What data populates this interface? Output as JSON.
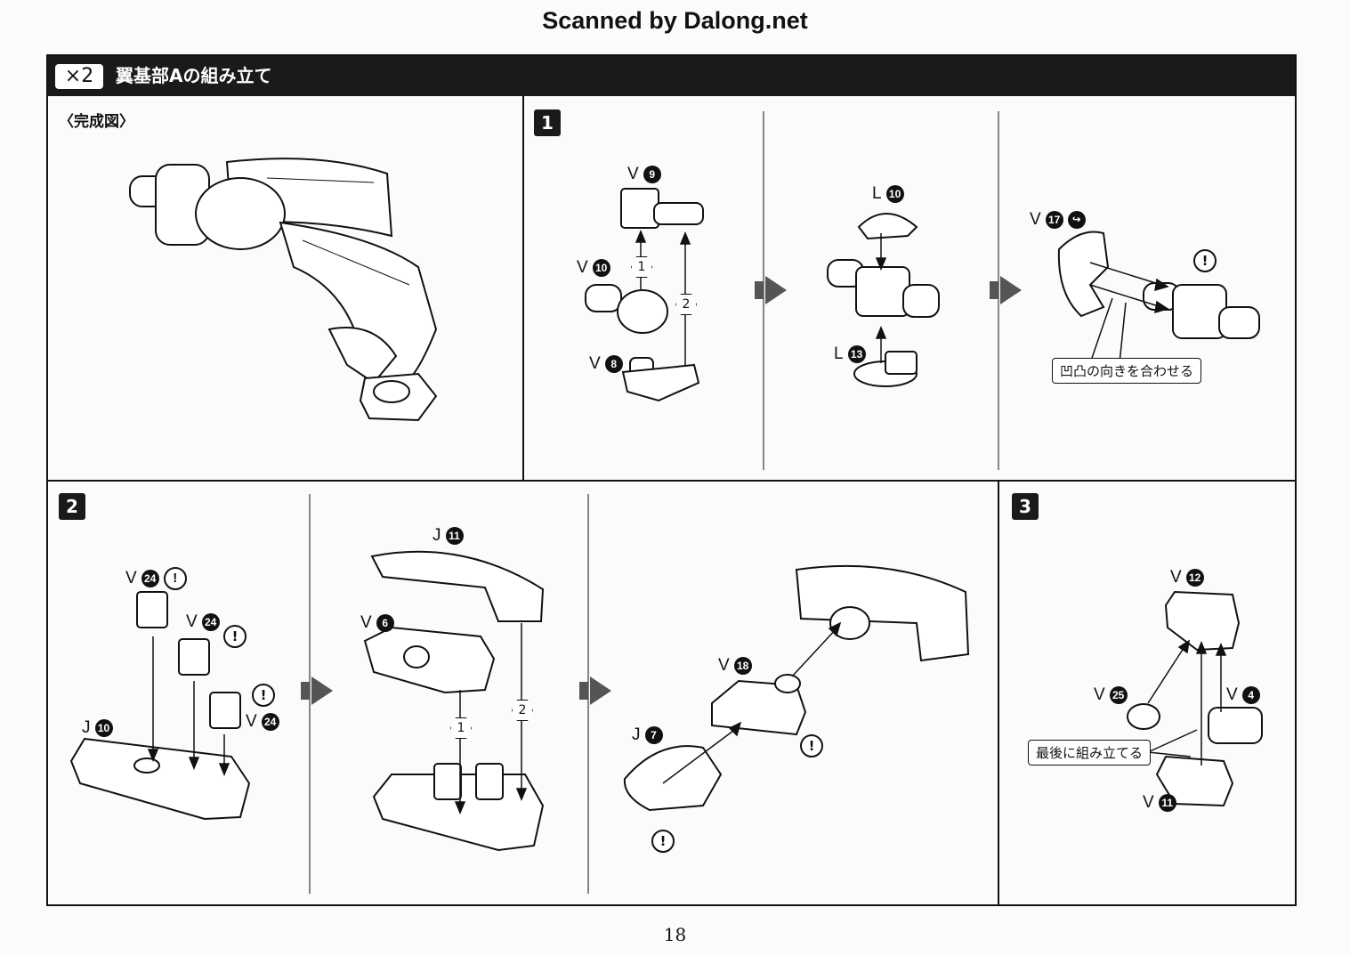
{
  "watermark": "Scanned by Dalong.net",
  "header": {
    "multiplier": "×2",
    "title": "翼基部Aの組み立て"
  },
  "completed_label": "〈完成図〉",
  "steps": [
    {
      "number": "1"
    },
    {
      "number": "2"
    },
    {
      "number": "3"
    }
  ],
  "step1": {
    "panel1": {
      "top": {
        "letter": "V",
        "num": "9"
      },
      "mid": {
        "letter": "V",
        "num": "10"
      },
      "bottom": {
        "letter": "V",
        "num": "8"
      },
      "order1": "1",
      "order2": "2"
    },
    "panel2": {
      "top": {
        "letter": "L",
        "num": "10"
      },
      "bottom": {
        "letter": "L",
        "num": "13"
      }
    },
    "panel3": {
      "part": {
        "letter": "V",
        "num": "17"
      },
      "note": "凹凸の向きを合わせる"
    }
  },
  "step2": {
    "panel1": {
      "parts": [
        {
          "letter": "V",
          "num": "24"
        },
        {
          "letter": "V",
          "num": "24"
        },
        {
          "letter": "V",
          "num": "24"
        }
      ],
      "base": {
        "letter": "J",
        "num": "10"
      }
    },
    "panel2": {
      "top": {
        "letter": "J",
        "num": "11"
      },
      "mid": {
        "letter": "V",
        "num": "6"
      },
      "order1": "1",
      "order2": "2"
    },
    "panel3": {
      "mid": {
        "letter": "V",
        "num": "18"
      },
      "cap": {
        "letter": "J",
        "num": "7"
      }
    }
  },
  "step3": {
    "top": {
      "letter": "V",
      "num": "12"
    },
    "left": {
      "letter": "V",
      "num": "25"
    },
    "right": {
      "letter": "V",
      "num": "4"
    },
    "bottom": {
      "letter": "V",
      "num": "11"
    },
    "note": "最後に組み立てる"
  },
  "page_number": "18"
}
